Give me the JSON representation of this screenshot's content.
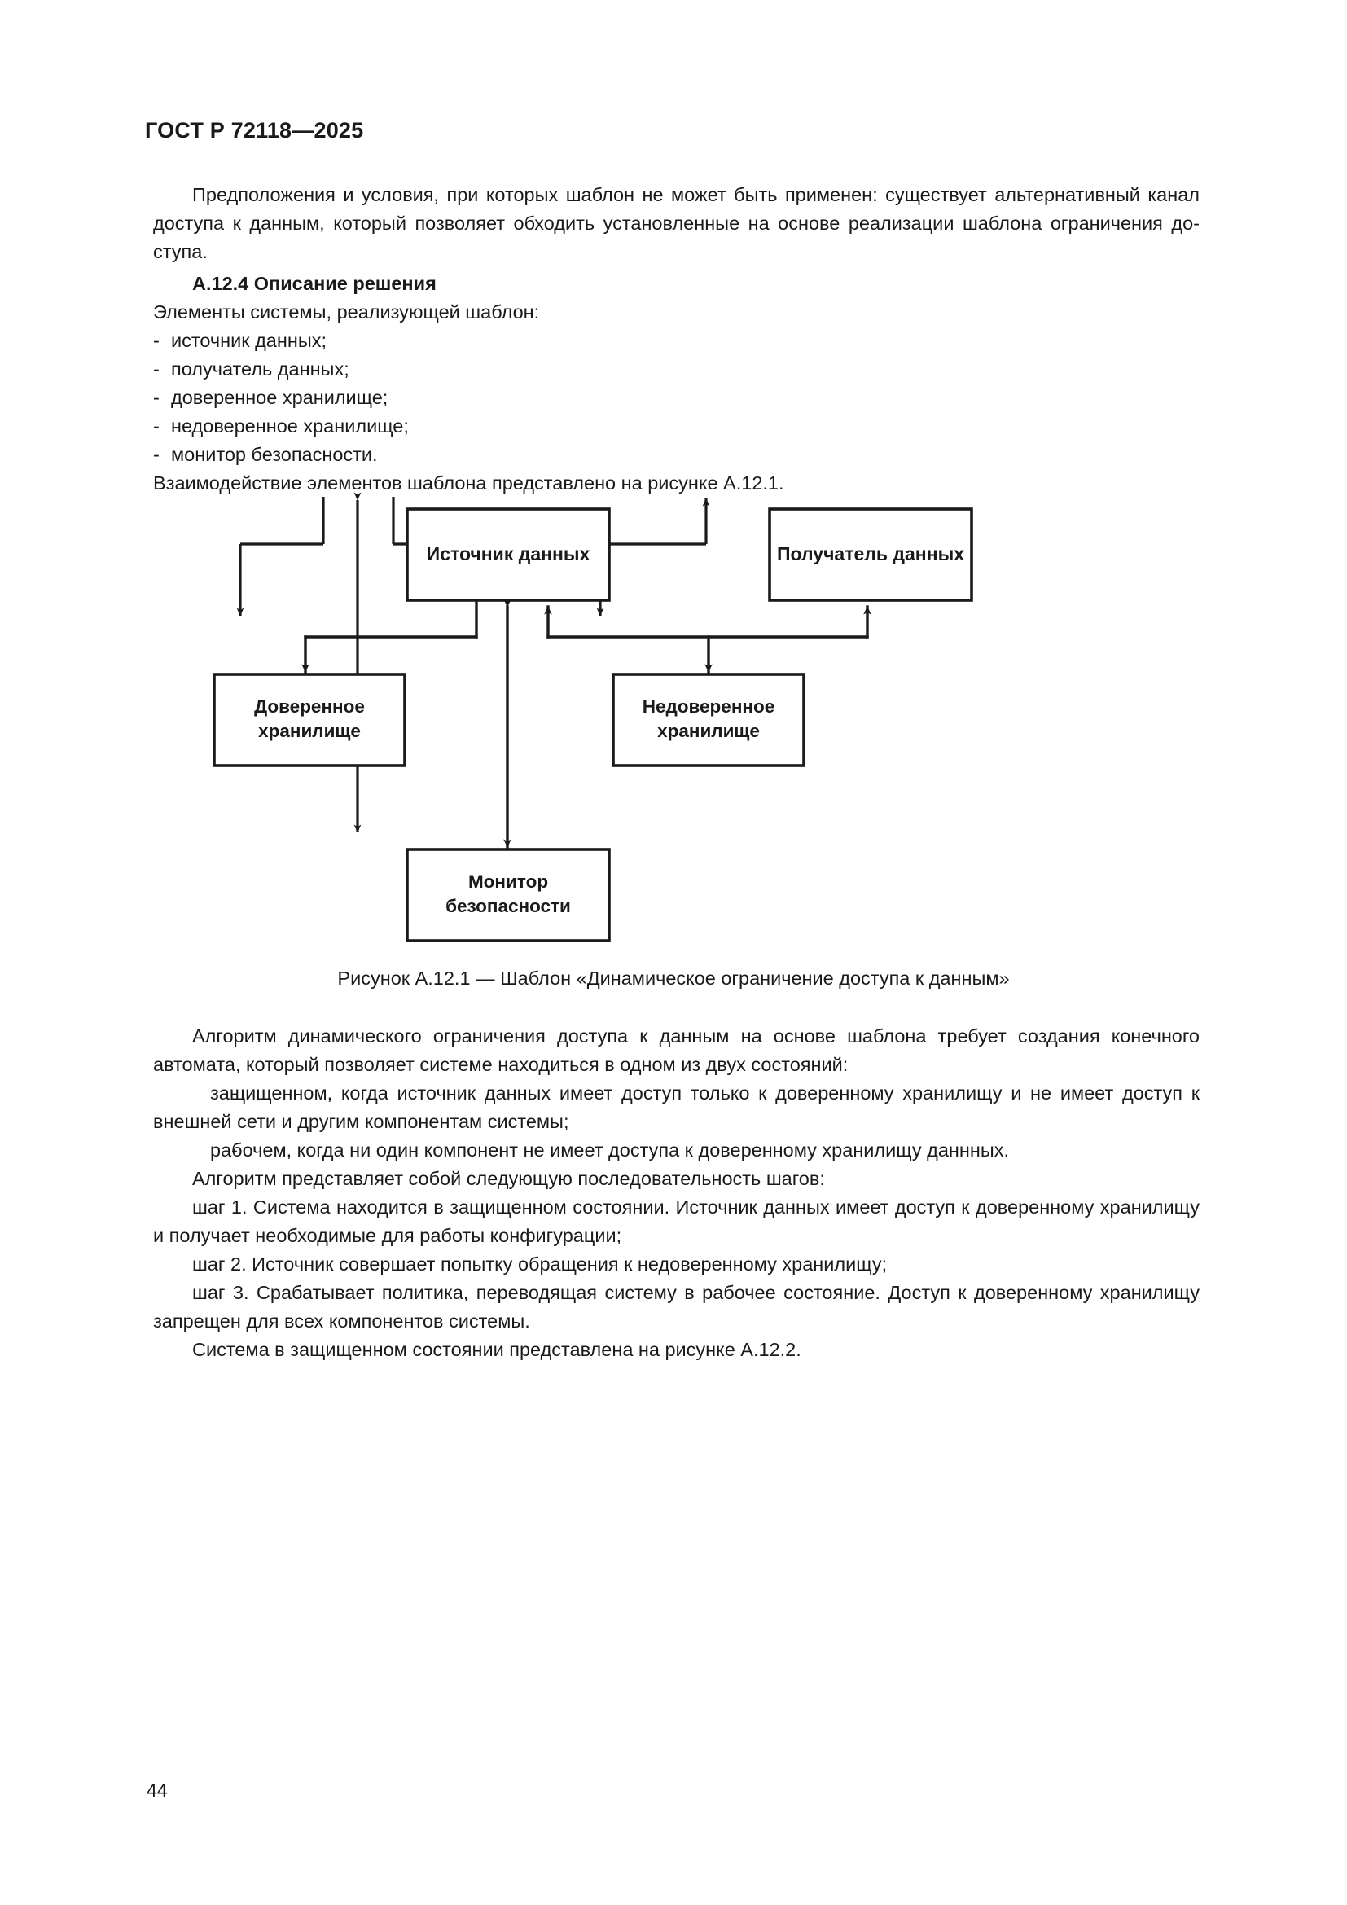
{
  "document": {
    "running_head": "ГОСТ Р 72118—2025",
    "page_number": "44"
  },
  "body_top": {
    "paragraph_1": "Предположения и условия, при которых шаблон не может быть применен: существует альтернативный канал доступа к данным, который позволяет обходить установленные на основе реализации шаблона ограничения до­ступа.",
    "section_heading": "А.12.4 Описание решения",
    "intro_line": "Элементы системы, реализующей шаблон:",
    "elements": [
      "источник данных;",
      "получатель данных;",
      "доверенное хранилище;",
      "недоверенное хранилище;",
      "монитор безопасности."
    ],
    "after_list_line": "Взаимодействие элементов шаблона представлено на рисунке А.12.1."
  },
  "figure": {
    "caption": "Рисунок А.12.1 — Шаблон «Динамическое ограничение доступа к данным»",
    "nodes": {
      "data_source": "Источник  данных",
      "data_receiver": "Получатель  данных",
      "trusted_storage_line1": "Доверенное",
      "trusted_storage_line2": "хранилище",
      "untrusted_storage_line1": "Недоверенное",
      "untrusted_storage_line2": "хранилище",
      "security_monitor_line1": "Монитор",
      "security_monitor_line2": "безопасности"
    },
    "stroke_color": "#1a1a1a",
    "fill_color": "#ffffff"
  },
  "body_bottom": {
    "paragraph_1": "Алгоритм динамического ограничения доступа к данным на основе шаблона требует создания конечного автомата, который позволяет системе находиться в одном из двух состояний:",
    "state_1": "защищенном, когда источник данных имеет доступ только к доверенному хранилищу и не имеет доступ к внешней сети и другим компонентам системы;",
    "state_2": "рабочем, когда ни один компонент не имеет доступа к доверенному хранилищу даннных.",
    "algo_intro": "Алгоритм представляет собой следующую последовательность шагов:",
    "step_1": "шаг 1. Система находится в защищенном состоянии. Источник данных имеет доступ к доверенному хранили­щу и получает необходимые для работы конфигурации;",
    "step_2": "шаг 2. Источник совершает попытку обращения к недоверенному хранилищу;",
    "step_3": "шаг 3. Срабатывает политика, переводящая систему в рабочее состояние. Доступ к доверенному хранилищу запрещен для всех компонентов системы.",
    "closing": "Система в защищенном состоянии представлена на рисунке А.12.2."
  }
}
